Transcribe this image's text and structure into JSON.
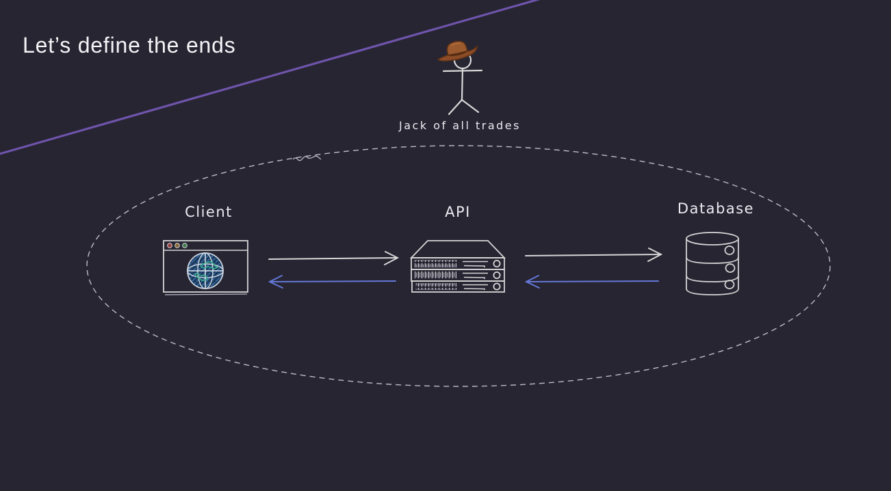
{
  "slide": {
    "title": "Let’s define the ends",
    "background_color": "#272532",
    "accent_line_color": "#6e54ab"
  },
  "person": {
    "label": "Jack of all trades",
    "hat_icon": "cowboy-hat",
    "figure": "stick-figure"
  },
  "diagram": {
    "boundary": "dashed-ellipse",
    "boundary_color": "#bdbdc7",
    "nodes": [
      {
        "id": "client",
        "label": "Client",
        "icon": "browser-window"
      },
      {
        "id": "api",
        "label": "API",
        "icon": "server-rack"
      },
      {
        "id": "database",
        "label": "Database",
        "icon": "database-cylinder"
      }
    ],
    "arrows": [
      {
        "from": "client",
        "to": "api",
        "direction": "right",
        "color": "#d6d6d6"
      },
      {
        "from": "api",
        "to": "client",
        "direction": "left",
        "color": "#6478d8"
      },
      {
        "from": "api",
        "to": "database",
        "direction": "right",
        "color": "#d6d6d6"
      },
      {
        "from": "database",
        "to": "api",
        "direction": "left",
        "color": "#6478d8"
      }
    ],
    "sketch_stroke_color": "#d9d9d9",
    "globe_colors": {
      "water": "#1b3a5c",
      "hatch": "#3f74b0",
      "land": "#39b08e",
      "grid": "#ccd5df"
    },
    "traffic_lights": [
      "#9c4040",
      "#8a6a38",
      "#3f7a4c"
    ]
  }
}
